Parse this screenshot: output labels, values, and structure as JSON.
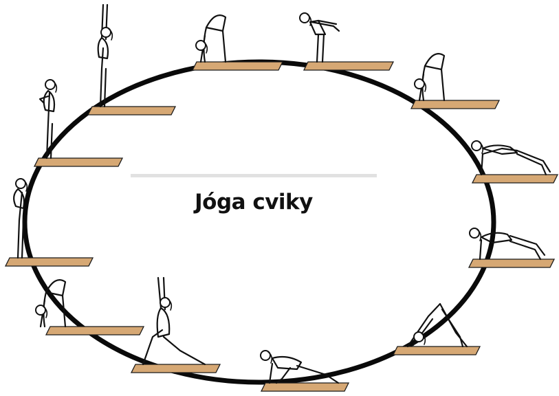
{
  "title": "Jóga cviky",
  "colors": {
    "ring": "#0a0a0a",
    "mat_fill": "#d6a874",
    "mat_stroke": "#1a1a1a",
    "figure_stroke": "#111111",
    "rule": "#e1e1e1"
  },
  "poses": [
    {
      "id": "mountain-pose",
      "icon": "yoga-figure-standing-icon"
    },
    {
      "id": "prayer-pose",
      "icon": "yoga-figure-prayer-icon"
    },
    {
      "id": "upward-salute",
      "icon": "yoga-figure-arms-up-icon"
    },
    {
      "id": "forward-fold",
      "icon": "yoga-figure-forward-fold-icon"
    },
    {
      "id": "half-lift",
      "icon": "yoga-figure-half-lift-icon"
    },
    {
      "id": "forward-fold-2",
      "icon": "yoga-figure-forward-fold-icon"
    },
    {
      "id": "plank",
      "icon": "yoga-figure-plank-icon"
    },
    {
      "id": "knees-down-plank",
      "icon": "yoga-figure-plank-icon"
    },
    {
      "id": "downward-dog",
      "icon": "yoga-figure-downward-dog-icon"
    },
    {
      "id": "low-lunge",
      "icon": "yoga-figure-lunge-icon"
    },
    {
      "id": "crescent-lunge",
      "icon": "yoga-figure-crescent-lunge-icon"
    },
    {
      "id": "forward-fold-3",
      "icon": "yoga-figure-forward-fold-icon"
    }
  ]
}
